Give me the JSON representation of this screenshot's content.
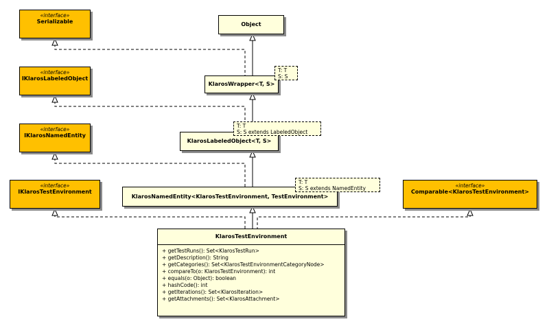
{
  "diagram": {
    "objects": {
      "object": "Object",
      "wrapper": "KlarosWrapper<T, S>",
      "labeled": "KlarosLabeledObject<T, S>",
      "named": "KlarosNamedEntity<KlarosTestEnvironment, TestEnvironment>",
      "main": "KlarosTestEnvironment"
    },
    "interfaces": {
      "stereotype": "«interface»",
      "serializable": "Serializable",
      "labeled": "IKlarosLabeledObject",
      "named": "IKlarosNamedEntity",
      "testenv": "IKlarosTestEnvironment",
      "comparable": "Comparable<KlarosTestEnvironment>"
    },
    "template_params": {
      "wrapper": [
        "T: T",
        "S: S"
      ],
      "labeled": [
        "T: T",
        "S: S extends LabeledObject"
      ],
      "named": [
        "T: T",
        "S: S extends NamedEntity"
      ]
    },
    "methods": [
      "+ getTestRuns(): Set<KlarosTestRun>",
      "+ getDescription(): String",
      "+ getCategories(): Set<KlarosTestEnvironmentCategoryNode>",
      "+ compareTo(o: KlarosTestEnvironment): int",
      "+ equals(o: Object): boolean",
      "+ hashCode(): int",
      "+ getIterations(): Set<KlarosIteration>",
      "+ getAttachments(): Set<KlarosAttachment>"
    ],
    "colors": {
      "interface_fill": "#ffc000",
      "class_fill": "#ffffdc",
      "shadow": "#8c8c8c"
    }
  }
}
